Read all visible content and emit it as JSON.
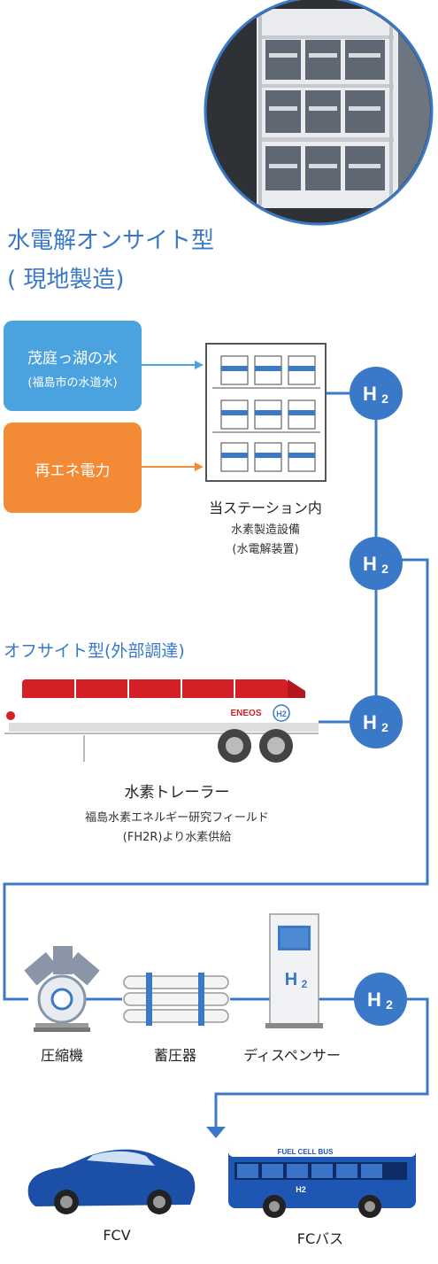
{
  "onsite": {
    "title_line1": "水電解オンサイト型",
    "title_line2": "( 現地製造)"
  },
  "sources": [
    {
      "label": "茂庭っ湖の水",
      "sub": "(福島市の水道水)",
      "color": "#4aa3df"
    },
    {
      "label": "再エネ電力",
      "sub": "",
      "color": "#f38a35"
    }
  ],
  "station": {
    "label": "当ステーション内",
    "sub1": "水素製造設備",
    "sub2": "(水電解装置)"
  },
  "h2_badge": {
    "text_main": "H",
    "text_sub": "2",
    "color": "#3a78c8"
  },
  "offsite": {
    "title": "オフサイト型(外部調達)"
  },
  "trailer": {
    "label": "水素トレーラー",
    "sub1": "福島水素エネルギー研究フィールド",
    "sub2": "(FH2R)より水素供給",
    "brand": "ENEOS",
    "h2_logo": "H2"
  },
  "equipment": [
    {
      "label": "圧縮機"
    },
    {
      "label": "蓄圧器"
    },
    {
      "label": "ディスペンサー"
    }
  ],
  "dispenser_h2": {
    "main": "H",
    "sub": "2"
  },
  "vehicles": [
    {
      "label": "FCV"
    },
    {
      "label": "FCバス"
    }
  ],
  "bus": {
    "sign": "FUEL CELL BUS",
    "side_text": "H2"
  },
  "colors": {
    "line": "#3a78c8",
    "orange": "#f38a35",
    "blue_light": "#4aa3df"
  }
}
